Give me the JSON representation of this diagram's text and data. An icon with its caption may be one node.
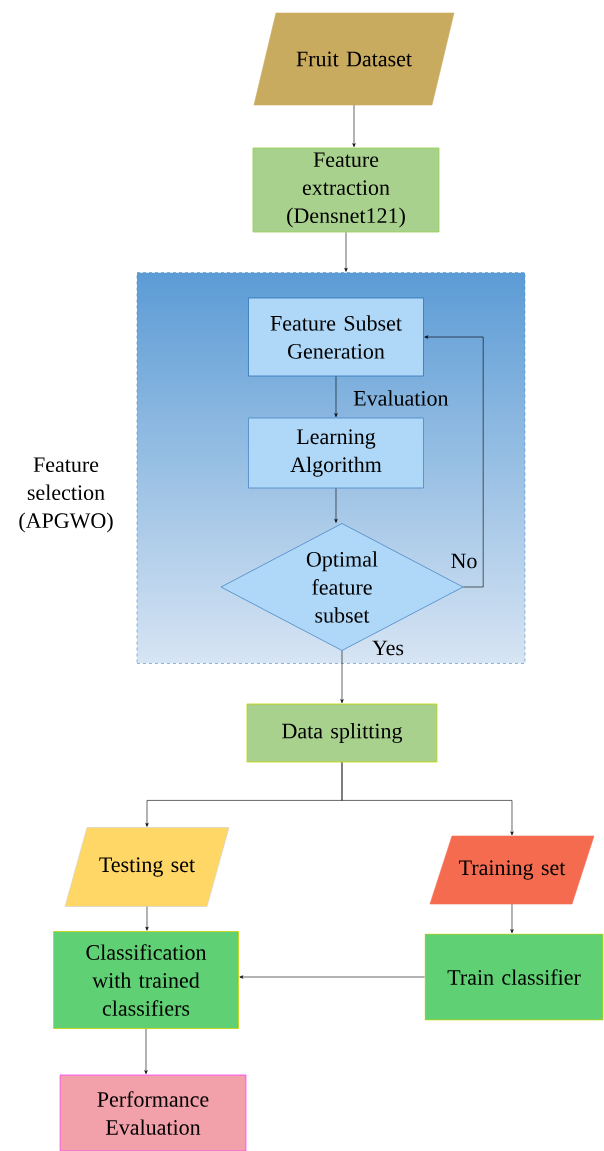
{
  "diagram": {
    "nodes": [
      {
        "text": [
          "Fruit Dataset"
        ]
      },
      {
        "text": [
          "Feature extraction (Densnet121)"
        ]
      },
      {
        "text": [
          "Feature selection (APGWO)"
        ]
      },
      {
        "text": [
          "Feature Subset Generation"
        ],
        "in": 2
      },
      {
        "text": [
          "Learning Algorithm"
        ],
        "in": 2
      },
      {
        "text": [
          "Optimal feature subset"
        ],
        "in": 2
      },
      {
        "text": [
          "Data splitting"
        ]
      },
      {
        "text": [
          "Testing set"
        ]
      },
      {
        "text": [
          "Training set"
        ]
      },
      {
        "text": [
          "Classification with trained classifiers"
        ]
      },
      {
        "text": [
          "Train classifier"
        ]
      },
      {
        "text": [
          "Performance Evaluation"
        ]
      }
    ],
    "edges": [
      {
        "from": 0,
        "to": 1,
        "arrow": "to"
      },
      {
        "from": 1,
        "to": 2,
        "arrow": "to"
      },
      {
        "from": 3,
        "to": 4,
        "arrow": "to",
        "label": "Evaluation"
      },
      {
        "from": 4,
        "to": 5,
        "arrow": "to"
      },
      {
        "from": 5,
        "to": 3,
        "arrow": "to",
        "label": "No"
      },
      {
        "from": 5,
        "to": 6,
        "arrow": "to",
        "label": "Yes"
      },
      {
        "from": 6,
        "to": 7,
        "arrow": "to"
      },
      {
        "from": 6,
        "to": 8,
        "arrow": "to"
      },
      {
        "from": 7,
        "to": 9,
        "arrow": "to"
      },
      {
        "from": 8,
        "to": 10,
        "arrow": "to"
      },
      {
        "from": 10,
        "to": 9,
        "arrow": "to"
      },
      {
        "from": 9,
        "to": 11,
        "arrow": "to"
      }
    ]
  }
}
